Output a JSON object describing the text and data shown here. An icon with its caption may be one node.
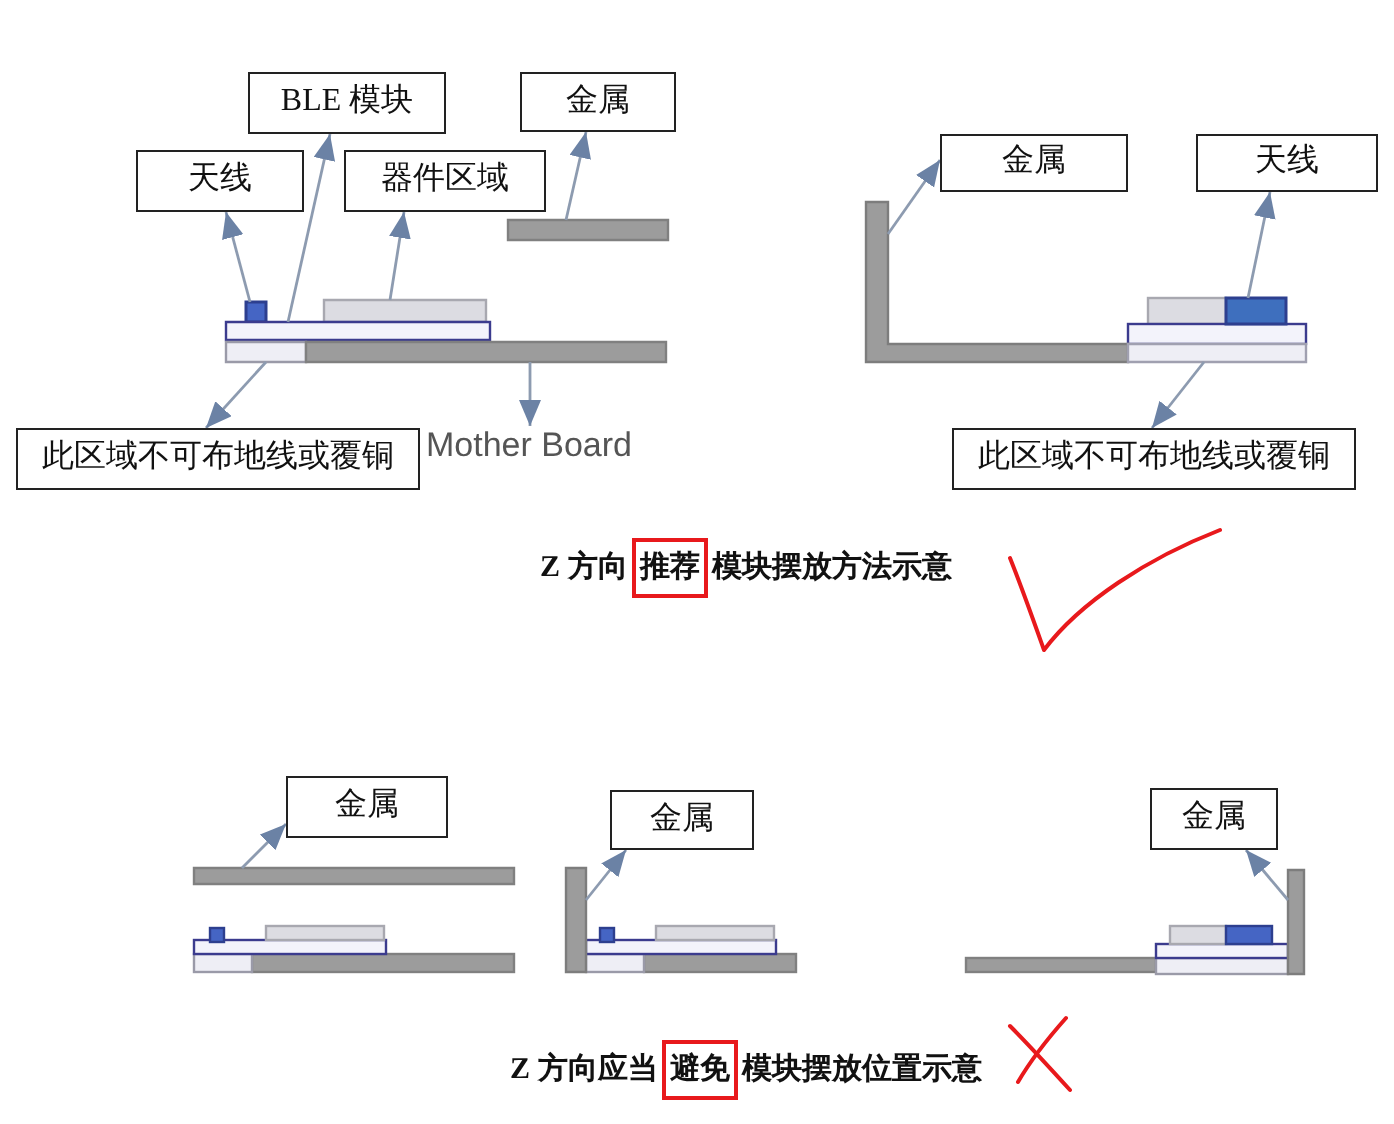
{
  "diagram": {
    "nodes": [
      {
        "text": [
          "BLE 模块"
        ]
      },
      {
        "text": [
          "金属"
        ]
      },
      {
        "text": [
          "天线"
        ]
      },
      {
        "text": [
          "器件区域"
        ]
      },
      {
        "text": [],
        "shape": "bar"
      },
      {
        "text": [],
        "shape": "box"
      },
      {
        "text": [],
        "shape": "bar"
      },
      {
        "text": [],
        "shape": "bar"
      },
      {
        "text": [],
        "shape": "bar"
      },
      {
        "text": [],
        "shape": "bar"
      },
      {
        "text": [
          "此区域不可布地线或覆铜"
        ]
      },
      {
        "text": [
          "Mother Board"
        ]
      },
      {
        "text": [
          "金属"
        ]
      },
      {
        "text": [
          "天线"
        ]
      },
      {
        "text": [],
        "shape": "bar"
      },
      {
        "text": [],
        "shape": "box"
      },
      {
        "text": [],
        "shape": "bar"
      },
      {
        "text": [
          "此区域不可布地线或覆铜"
        ]
      },
      {
        "text": [
          "金属"
        ]
      },
      {
        "text": [],
        "shape": "bar"
      },
      {
        "text": [
          "金属"
        ]
      },
      {
        "text": [],
        "shape": "bar"
      },
      {
        "text": [
          "金属"
        ]
      },
      {
        "text": [],
        "shape": "bar"
      }
    ],
    "edges": [
      {
        "from": 5,
        "to": 2,
        "arrow": "to"
      },
      {
        "from": 7,
        "to": 0,
        "arrow": "to"
      },
      {
        "from": 6,
        "to": 3,
        "arrow": "to"
      },
      {
        "from": 4,
        "to": 1,
        "arrow": "to"
      },
      {
        "from": 8,
        "to": 10,
        "arrow": "to"
      },
      {
        "from": 9,
        "to": 11,
        "arrow": "to"
      },
      {
        "from": 14,
        "to": 12,
        "arrow": "to"
      },
      {
        "from": 15,
        "to": 13,
        "arrow": "to"
      },
      {
        "from": 16,
        "to": 17,
        "arrow": "to"
      },
      {
        "from": 19,
        "to": 18,
        "arrow": "to"
      },
      {
        "from": 21,
        "to": 20,
        "arrow": "to"
      },
      {
        "from": 23,
        "to": 22,
        "arrow": "to"
      }
    ],
    "labels": [
      "Z 方向推荐模块摆放方法示意",
      "Z 方向应当避免模块摆放位置示意"
    ]
  }
}
